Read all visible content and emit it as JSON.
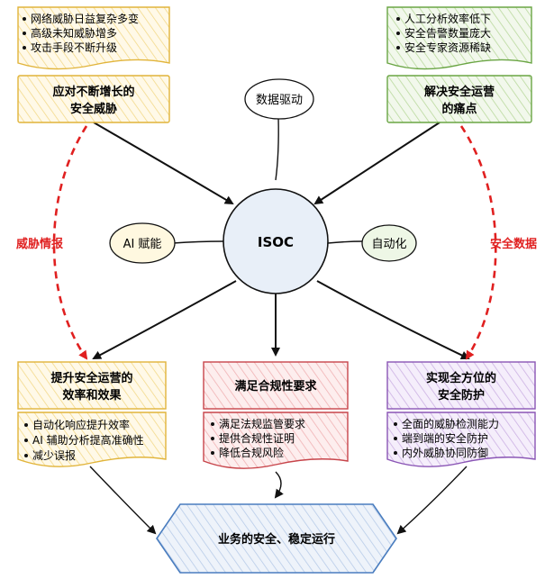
{
  "diagram": {
    "center": {
      "label": "ISOC"
    },
    "satellites": {
      "top": "数据驱动",
      "left": "AI 赋能",
      "right": "自动化"
    },
    "left_top": {
      "bullets": [
        "网络威胁日益复杂多变",
        "高级未知威胁增多",
        "攻击手段不断升级"
      ],
      "title_lines": [
        "应对不断增长的",
        "安全威胁"
      ]
    },
    "right_top": {
      "bullets": [
        "人工分析效率低下",
        "安全告警数量庞大",
        "安全专家资源稀缺"
      ],
      "title_lines": [
        "解决安全运营",
        "的痛点"
      ]
    },
    "side_labels": {
      "left": "威胁情报",
      "right": "安全数据"
    },
    "bottom_left": {
      "title_lines": [
        "提升安全运营的",
        "效率和效果"
      ],
      "bullets": [
        "自动化响应提升效率",
        "AI 辅助分析提高准确性",
        "减少误报"
      ]
    },
    "bottom_mid": {
      "title_lines": [
        "满足合规性要求"
      ],
      "bullets": [
        "满足法规监管要求",
        "提供合规性证明",
        "降低合规风险"
      ]
    },
    "bottom_right": {
      "title_lines": [
        "实现全方位的",
        "安全防护"
      ],
      "bullets": [
        "全面的威胁检测能力",
        "端到端的安全防护",
        "内外威胁协同防御"
      ]
    },
    "outcome": {
      "label": "业务的安全、稳定运行"
    },
    "colors": {
      "yellow_fill": "#fff6dd",
      "yellow_stroke": "#e1b43a",
      "green_fill": "#eef6e6",
      "green_stroke": "#6aa544",
      "red_fill": "#fbe6e6",
      "red_stroke": "#c7444a",
      "purple_fill": "#efe6f7",
      "purple_stroke": "#8a55b5",
      "blue_fill": "#e6eef8",
      "blue_stroke": "#4a7dbf",
      "dashed_red": "#e02020"
    }
  }
}
